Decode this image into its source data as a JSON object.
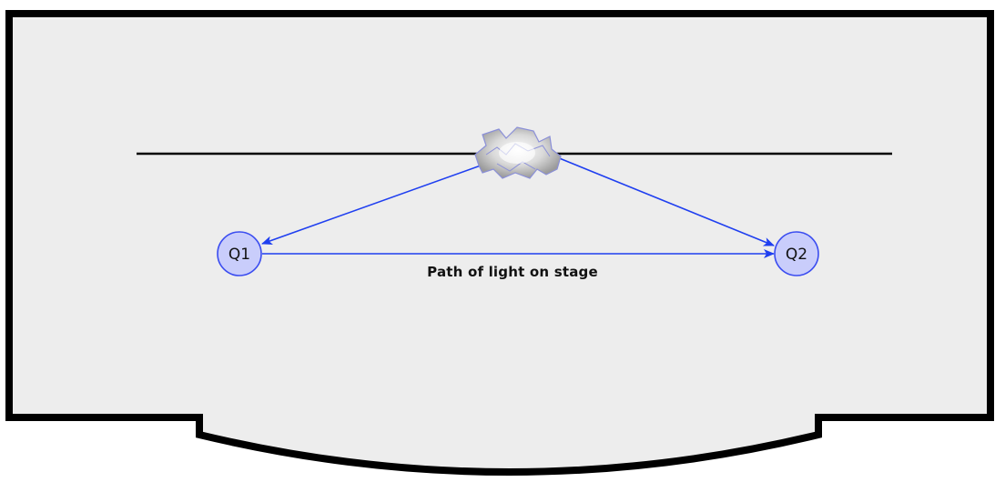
{
  "diagram": {
    "nodes": [
      {
        "id": "q1",
        "label": "Q1"
      },
      {
        "id": "q2",
        "label": "Q2"
      }
    ],
    "caption": "Path of light on stage",
    "edges": [
      {
        "from": "fixture",
        "to": "q1"
      },
      {
        "from": "fixture",
        "to": "q2"
      },
      {
        "from": "q1",
        "to": "q2"
      }
    ],
    "colors": {
      "stage_fill": "#ededed",
      "stage_outline": "#000000",
      "batten": "#000000",
      "light_path": "#1f3ff0",
      "node_fill": "#c9cdfb",
      "node_stroke": "#3a4cf0",
      "fixture_fill": "#cfcfcf",
      "fixture_stroke": "#8a8fd8"
    },
    "icons": {
      "fixture": "stage-light-fixture-icon"
    }
  }
}
